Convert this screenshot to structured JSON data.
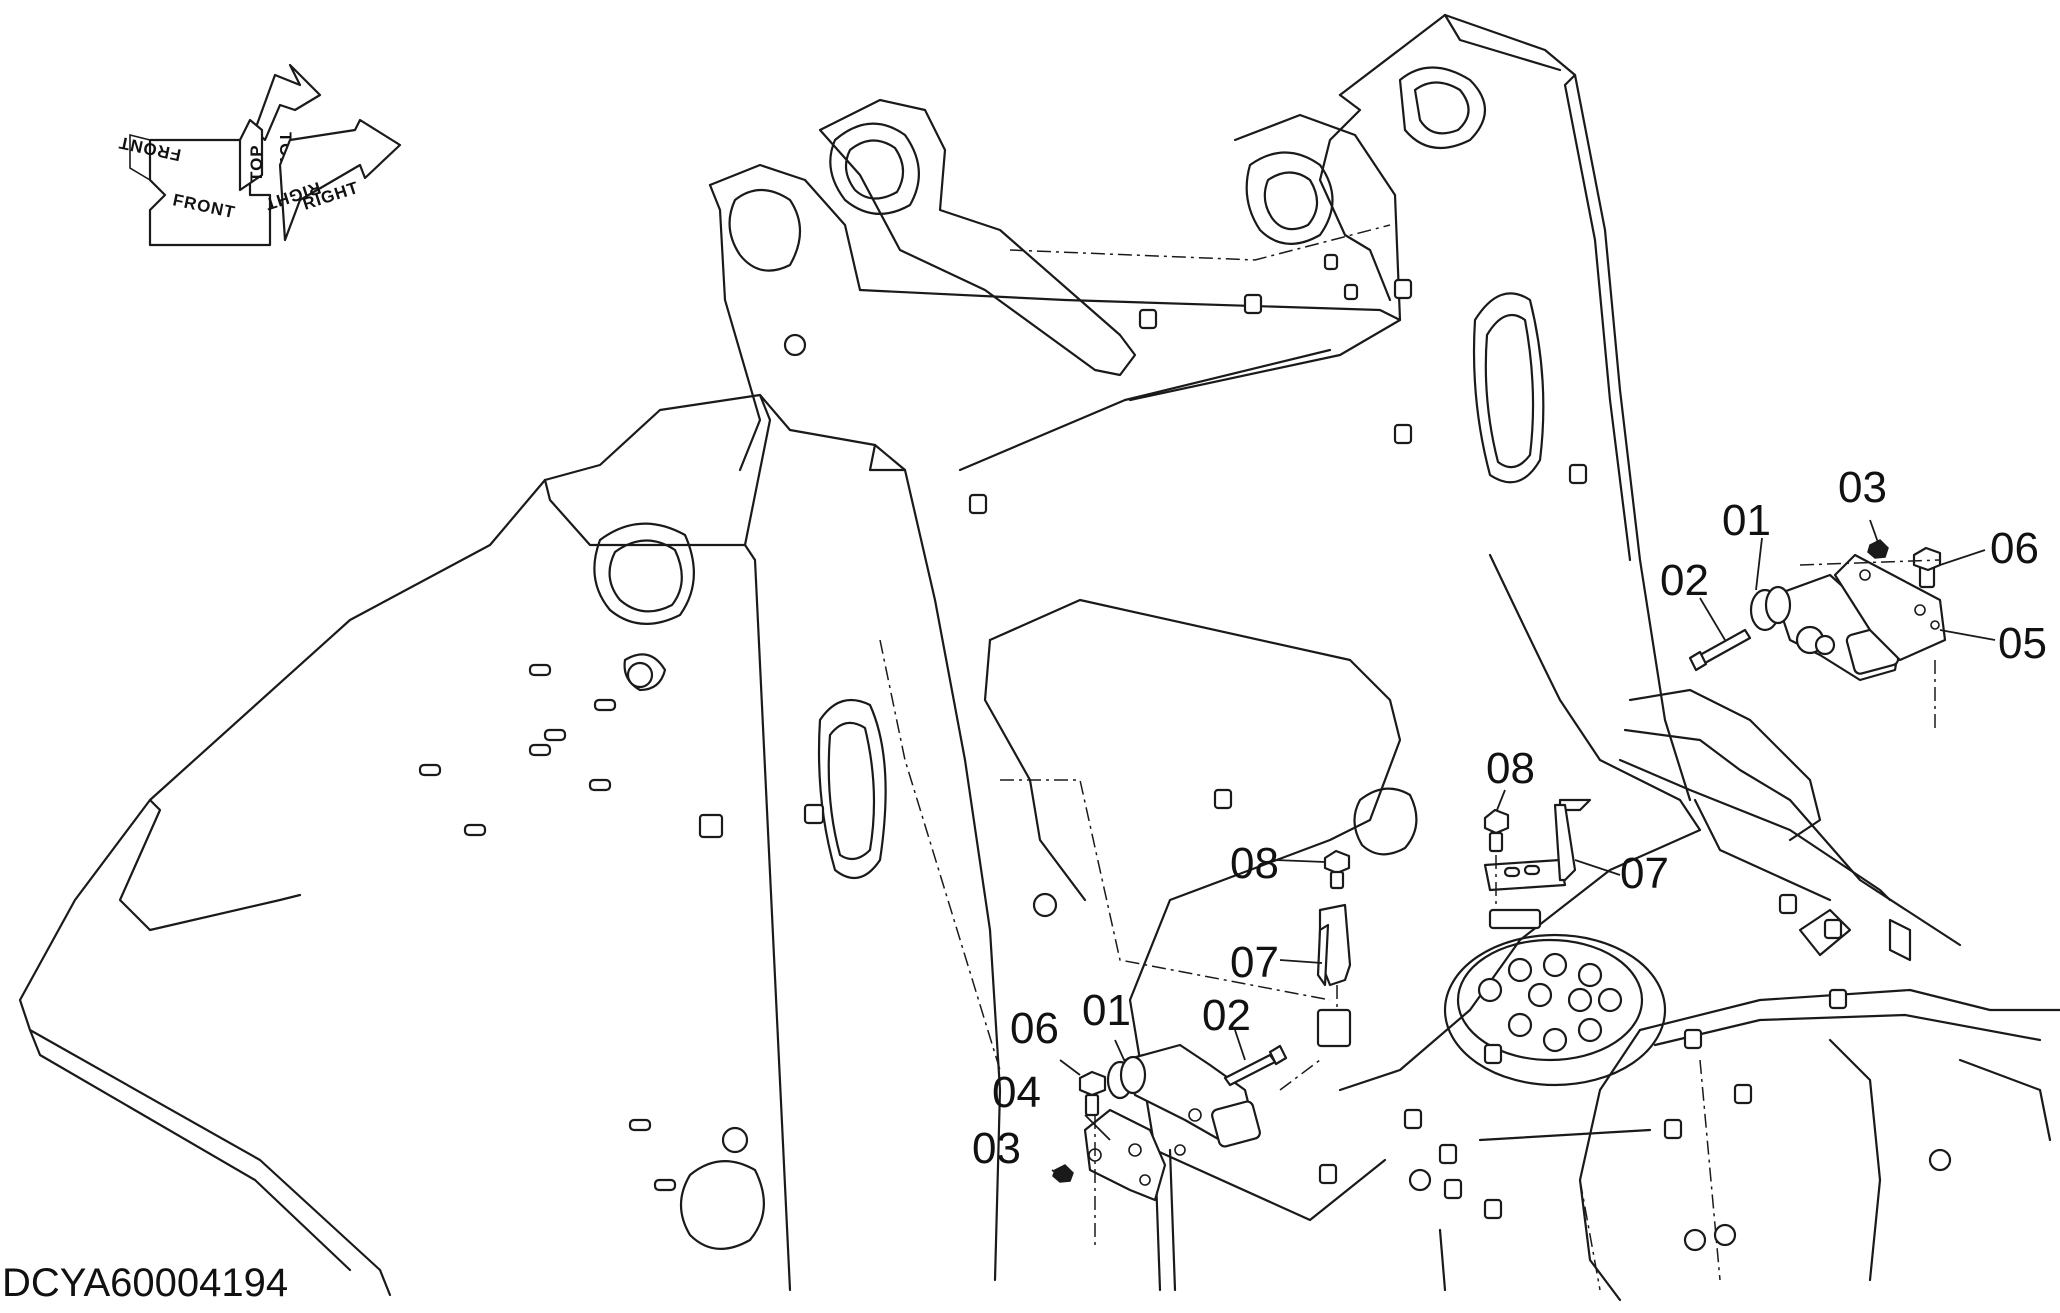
{
  "orientation": {
    "front_label": "FRONT",
    "top_label": "TOP",
    "right_label": "RIGHT"
  },
  "callouts_right": {
    "c01": "01",
    "c02": "02",
    "c03": "03",
    "c05": "05",
    "c06": "06",
    "c07": "07",
    "c08": "08"
  },
  "callouts_left": {
    "c01": "01",
    "c02": "02",
    "c03": "03",
    "c04": "04",
    "c06": "06",
    "c07": "07",
    "c08": "08"
  },
  "document_id": "DCYA60004194"
}
